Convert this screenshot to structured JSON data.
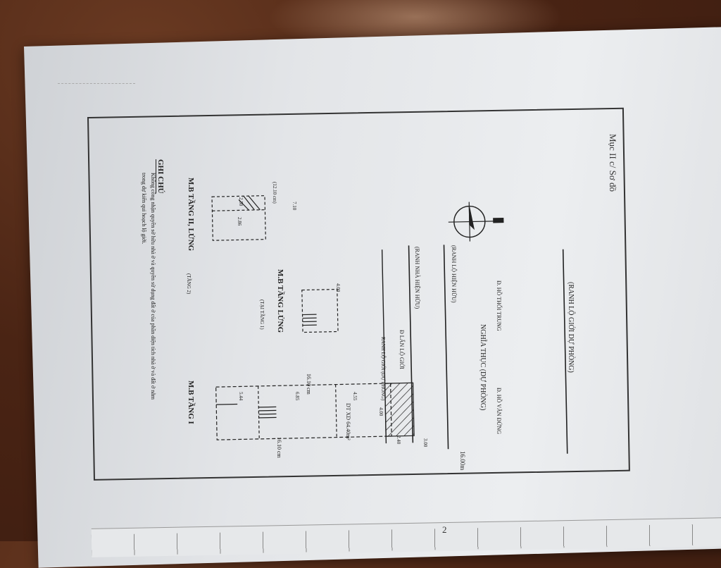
{
  "document": {
    "section_heading": "Mục II c/ Sơ đồ",
    "page_number": "2",
    "notes": {
      "title": "GHI CHÚ",
      "body": "Không công nhận quyền sở hữu nhà ở và quyền sử dụng đất ở của phần diện tích nhà ở và đất ở nằm trong dự kiến qui hoạch lộ giới."
    },
    "plans": {
      "floor1_label": "M.B TẦNG I",
      "mezz_label": "M.B TẦNG LỬNG",
      "mezz_sub": "(TẠI TẦNG 1)",
      "floor2_label": "M.B TẦNG II, LỬNG",
      "floor2_sub": "(TẦNG 2)"
    },
    "site": {
      "road_boundary": "(RANH LỘ GIỚI DỰ PHÒNG)",
      "road_name": "NGHĨA THỤC (DỰ PHÒNG)",
      "neighbor_left": "Đ. HỒ THỐI TRUNG",
      "neighbor_right": "Đ. HỒ VĂN ĐỨNG",
      "current_boundary": "(RANH LỘ HIỆN HỮU)",
      "current_boundary_2": "(RANH NHÀ HIỆN HỮU)",
      "setback_label": "Đ LẤN LỘ GIỚI",
      "setback_sub": "RANH LỘ GIỚI (DỰ PHÒNG)"
    },
    "dimensions": {
      "width_top": "16.00m",
      "width_bottom": "16.10 cm",
      "width_mid": "16.10 cm",
      "floor_area": "DT XD 64.40m²",
      "d1": "4.00",
      "d2": "4.55",
      "d3": "2.40",
      "d4": "3.00",
      "d5": "6.85",
      "d6": "5.44",
      "d7": "7.10",
      "d8": "(12.10 cm)",
      "d9": "2.86",
      "d10": "2.50",
      "d11": "4.00"
    }
  }
}
